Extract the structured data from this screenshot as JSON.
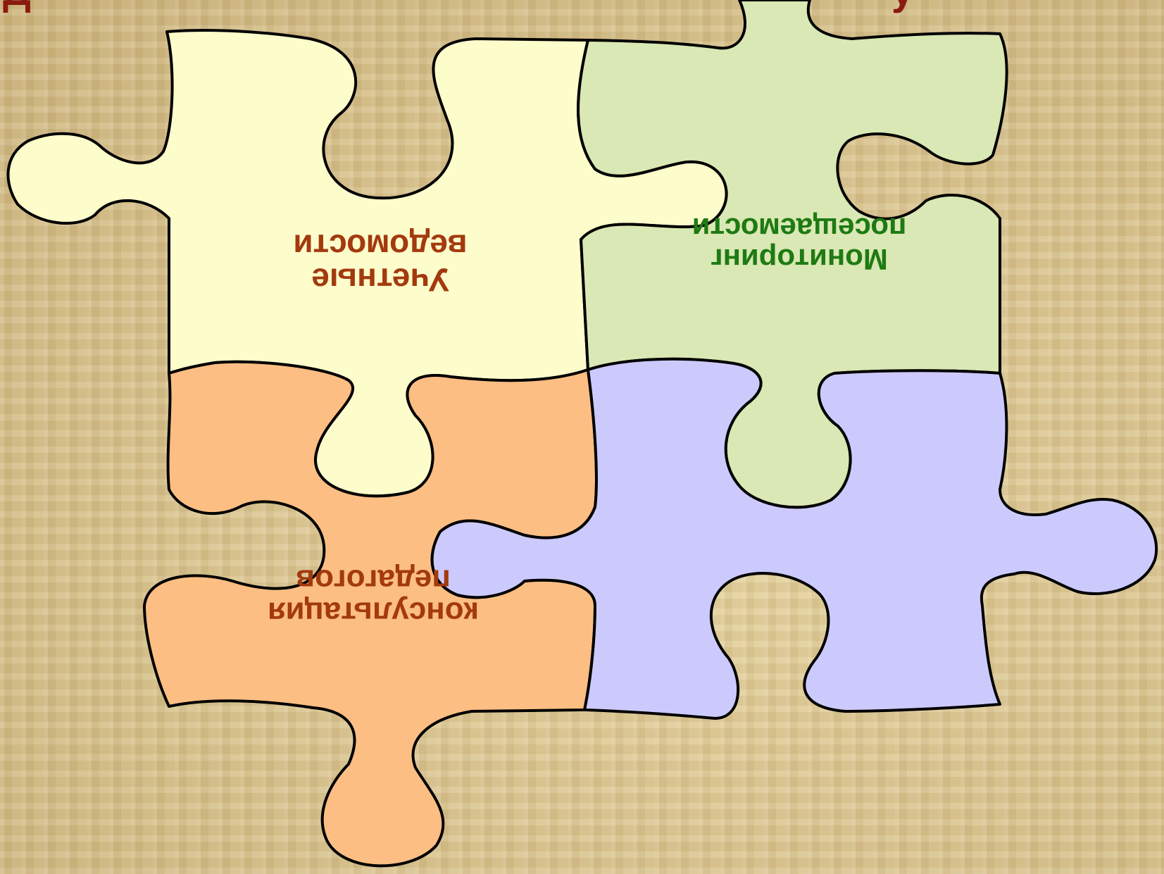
{
  "title_fragments": {
    "left": "Д",
    "right": "у"
  },
  "pieces": [
    {
      "id": "yellow",
      "fill": "#fdfccb",
      "text_color": "#a33a0e",
      "lines": [
        "Учетные",
        "ведомости"
      ]
    },
    {
      "id": "green",
      "fill": "#d9e8b4",
      "text_color": "#1e7a12",
      "lines": [
        "Мониторинг",
        "посещаемости"
      ]
    },
    {
      "id": "orange",
      "fill": "#fcbe83",
      "text_color": "#a33a0e",
      "lines": [
        "консультация",
        "педагогов"
      ]
    },
    {
      "id": "blue",
      "fill": "#cccafd",
      "text_color": "#a33a0e",
      "lines": []
    }
  ],
  "colors": {
    "outline": "#000000",
    "title": "#8b1a10"
  }
}
